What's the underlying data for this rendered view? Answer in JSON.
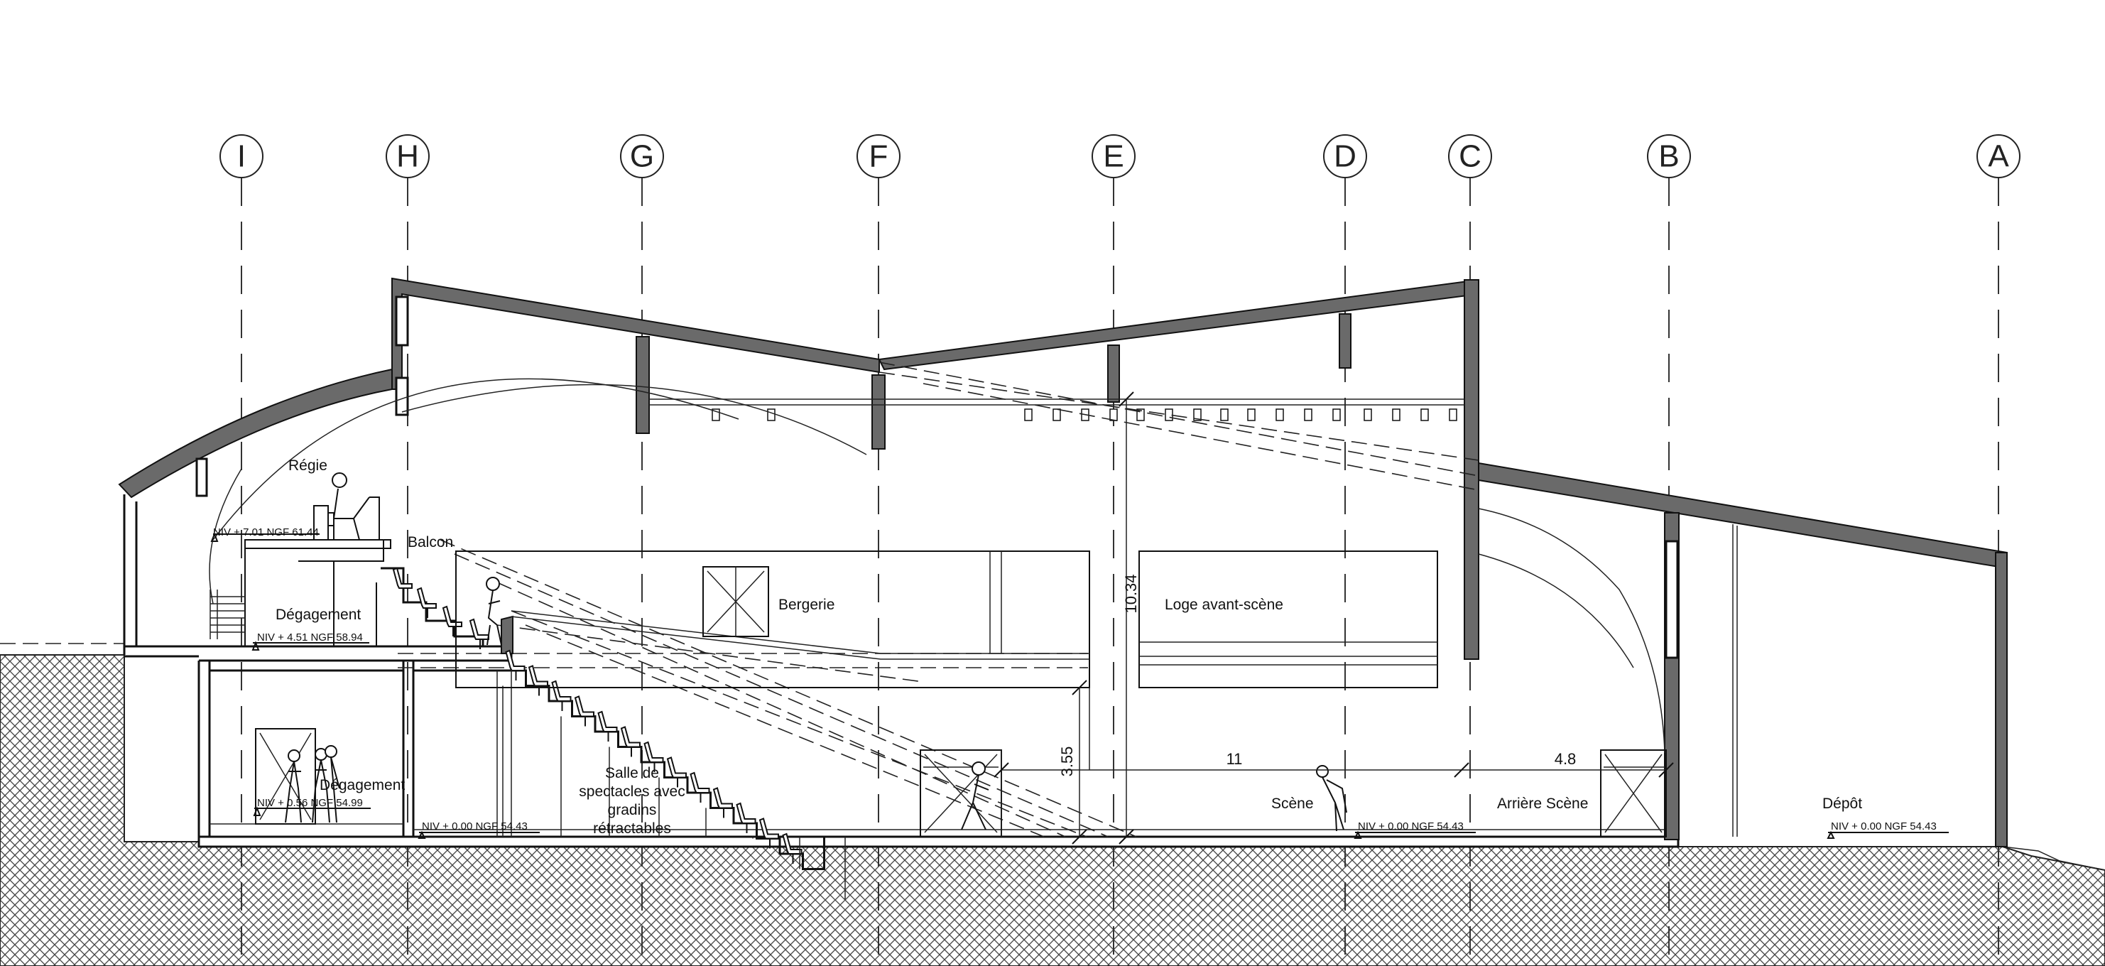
{
  "colors": {
    "structure": "#6a6a6a",
    "line": "#111111",
    "ground_hatch": "#444444",
    "background": "#ffffff"
  },
  "grid_axes": [
    "I",
    "H",
    "G",
    "F",
    "E",
    "D",
    "C",
    "B",
    "A"
  ],
  "rooms": {
    "regie": "Régie",
    "balcon": "Balcon",
    "degagement_upper": "Dégagement",
    "degagement_lower": "Dégagement",
    "bergerie": "Bergerie",
    "loge": "Loge avant-scène",
    "salle_line1": "Salle de",
    "salle_line2": "spectacles avec",
    "salle_line3": "gradins",
    "salle_line4": "rétractables",
    "scene": "Scène",
    "arriere_scene": "Arrière Scène",
    "depot": "Dépôt"
  },
  "levels": {
    "regie": "NIV + 7.01  NGF 61.44",
    "degagement_upper": "NIV + 4.51  NGF 58.94",
    "degagement_lower": "NIV + 0.56  NGF 54.99",
    "salle": "NIV + 0.00  NGF 54.43",
    "scene": "NIV + 0.00  NGF 54.43",
    "depot": "NIV + 0.00  NGF 54.43"
  },
  "dimensions": {
    "height_total": "10.34",
    "height_stage": "3.55",
    "width_stage": "11",
    "width_back": "4.8"
  }
}
